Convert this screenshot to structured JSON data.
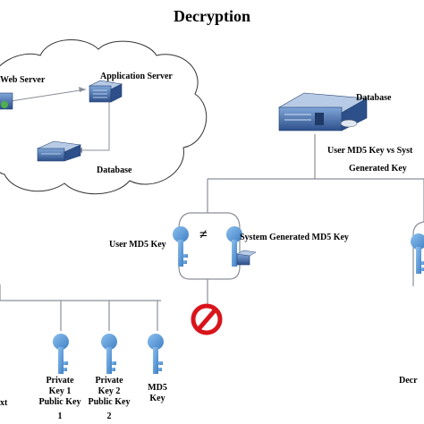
{
  "title": "Decryption",
  "cloud": {
    "web_server_label": "Web Server",
    "app_server_label": "Application Server",
    "database_label": "Database"
  },
  "right_db": {
    "database_label": "Database",
    "compare_line1": "User MD5 Key vs Syst",
    "compare_line2": "Generated Key"
  },
  "compare": {
    "user_key_label": "User MD5 Key",
    "not_equal_symbol": "≠",
    "system_key_label": "System Generated MD5 Key"
  },
  "bottom_keys": {
    "left_cut_label": "xt",
    "private1_line1": "Private",
    "private1_line2": "Key 1",
    "private1_line3": "Public Key",
    "private1_number": "1",
    "private2_line1": "Private",
    "private2_line2": "Key 2",
    "private2_line3": "Public Key",
    "private2_number": "2",
    "md5_line1": "MD5",
    "md5_line2": "Key",
    "right_cut_label": "Decr"
  },
  "colors": {
    "key_blue": "#4f8fd0",
    "server_blue": "#3a5f9e",
    "line_gray": "#8a8f98",
    "deny_red": "#d9141b"
  }
}
